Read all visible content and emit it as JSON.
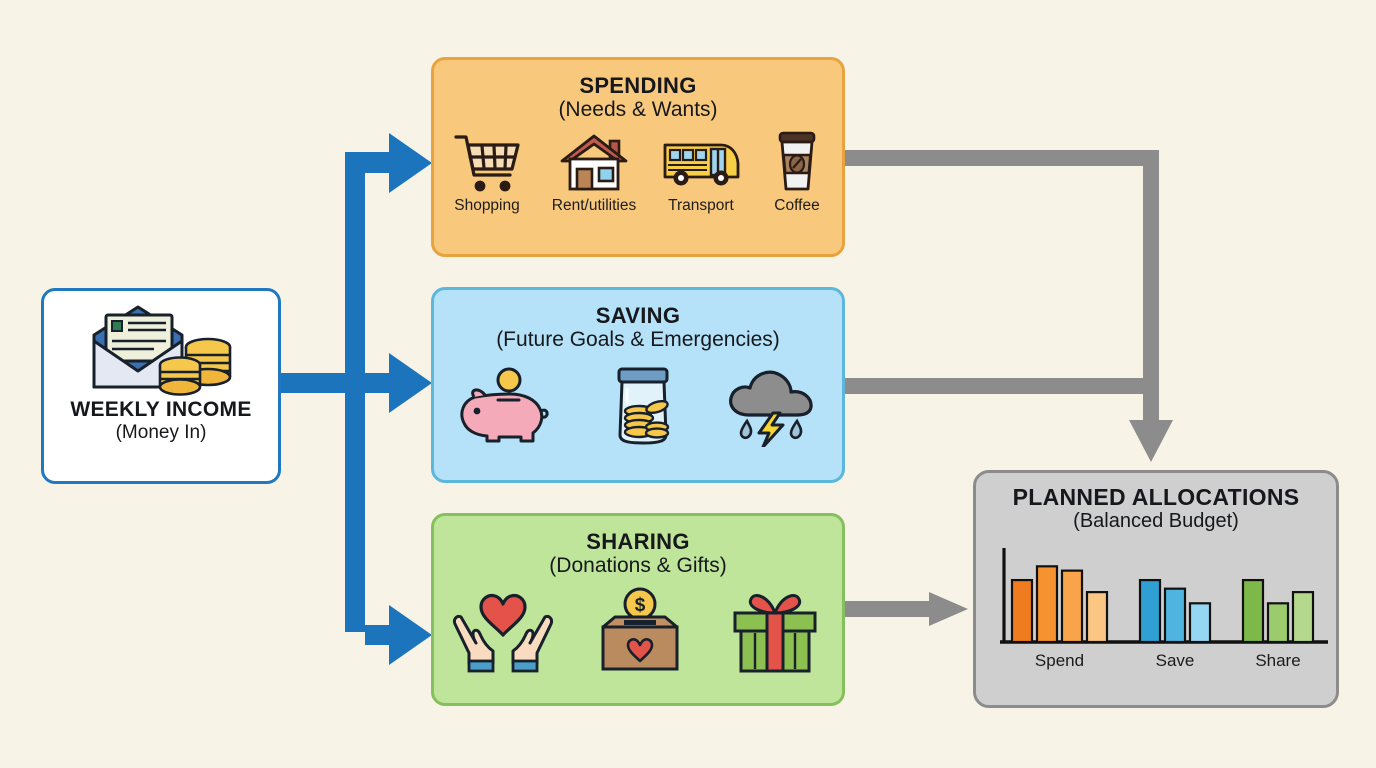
{
  "background_color": "#f7f3e6",
  "income": {
    "title": "WEEKLY INCOME",
    "subtitle": "(Money In)",
    "icon": "envelope-with-money-icon",
    "border_color": "#2079c0",
    "fill_color": "#ffffff"
  },
  "categories": [
    {
      "id": "spending",
      "title": "SPENDING",
      "subtitle": "(Needs & Wants)",
      "fill_color": "#f8c87c",
      "border_color": "#e9a33e",
      "items": [
        {
          "label": "Shopping",
          "icon": "shopping-cart-icon"
        },
        {
          "label": "Rent/utilities",
          "icon": "house-icon"
        },
        {
          "label": "Transport",
          "icon": "school-bus-icon"
        },
        {
          "label": "Coffee",
          "icon": "coffee-cup-icon"
        }
      ]
    },
    {
      "id": "saving",
      "title": "SAVING",
      "subtitle": "(Future Goals & Emergencies)",
      "fill_color": "#b5e2f8",
      "border_color": "#5cb7dd",
      "items": [
        {
          "label": "",
          "icon": "piggy-bank-icon"
        },
        {
          "label": "",
          "icon": "coin-jar-icon"
        },
        {
          "label": "",
          "icon": "storm-cloud-icon"
        }
      ]
    },
    {
      "id": "sharing",
      "title": "SHARING",
      "subtitle": "(Donations & Gifts)",
      "fill_color": "#bfe59a",
      "border_color": "#86bf5d",
      "items": [
        {
          "label": "",
          "icon": "hands-holding-heart-icon"
        },
        {
          "label": "",
          "icon": "donation-box-icon"
        },
        {
          "label": "",
          "icon": "gift-box-icon"
        }
      ]
    }
  ],
  "planned": {
    "title": "PLANNED ALLOCATIONS",
    "subtitle": "(Balanced Budget)",
    "fill_color": "#cfcfcf",
    "border_color": "#8c8c8c"
  },
  "connectors": {
    "split_arrow_color": "#1b74bc",
    "merge_arrow_color": "#8c8c8c"
  },
  "chart_data": {
    "type": "bar",
    "title": "PLANNED ALLOCATIONS",
    "subtitle": "(Balanced Budget)",
    "xlabel": "",
    "ylabel": "",
    "grid": false,
    "legend": "none",
    "categories": [
      "Spend",
      "Save",
      "Share"
    ],
    "ylim": [
      0,
      100
    ],
    "groups": [
      {
        "name": "Spend",
        "color": "#ef7d1f",
        "values": [
          72,
          88,
          83,
          58
        ],
        "bar_colors": [
          "#ef7d1f",
          "#f69230",
          "#f7a44b",
          "#fbc684"
        ]
      },
      {
        "name": "Save",
        "color": "#2f9fd4",
        "values": [
          72,
          62,
          45
        ],
        "bar_colors": [
          "#2f9fd4",
          "#4fb4e0",
          "#95d6f2"
        ]
      },
      {
        "name": "Share",
        "color": "#7cb948",
        "values": [
          72,
          45,
          58
        ],
        "bar_colors": [
          "#7cb948",
          "#9ccb6d",
          "#b4d98c"
        ]
      }
    ]
  }
}
